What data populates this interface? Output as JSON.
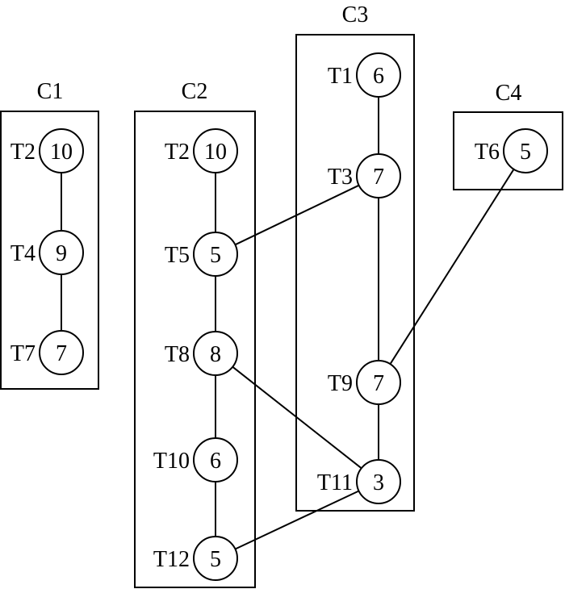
{
  "clusters": [
    {
      "label": "C1",
      "nodes": [
        {
          "task": "T2",
          "value": "10"
        },
        {
          "task": "T4",
          "value": "9"
        },
        {
          "task": "T7",
          "value": "7"
        }
      ]
    },
    {
      "label": "C2",
      "nodes": [
        {
          "task": "T2",
          "value": "10"
        },
        {
          "task": "T5",
          "value": "5"
        },
        {
          "task": "T8",
          "value": "8"
        },
        {
          "task": "T10",
          "value": "6"
        },
        {
          "task": "T12",
          "value": "5"
        }
      ]
    },
    {
      "label": "C3",
      "nodes": [
        {
          "task": "T1",
          "value": "6"
        },
        {
          "task": "T3",
          "value": "7"
        },
        {
          "task": "T9",
          "value": "7"
        },
        {
          "task": "T11",
          "value": "3"
        }
      ]
    },
    {
      "label": "C4",
      "nodes": [
        {
          "task": "T6",
          "value": "5"
        }
      ]
    }
  ],
  "edges": [
    [
      "C1.T2",
      "C1.T4"
    ],
    [
      "C1.T4",
      "C1.T7"
    ],
    [
      "C2.T2",
      "C2.T5"
    ],
    [
      "C2.T5",
      "C2.T8"
    ],
    [
      "C2.T8",
      "C2.T10"
    ],
    [
      "C2.T10",
      "C2.T12"
    ],
    [
      "C3.T1",
      "C3.T3"
    ],
    [
      "C3.T3",
      "C3.T9"
    ],
    [
      "C3.T9",
      "C3.T11"
    ],
    [
      "C2.T5",
      "C3.T3"
    ],
    [
      "C2.T8",
      "C3.T11"
    ],
    [
      "C2.T12",
      "C3.T11"
    ],
    [
      "C4.T6",
      "C3.T9"
    ]
  ]
}
